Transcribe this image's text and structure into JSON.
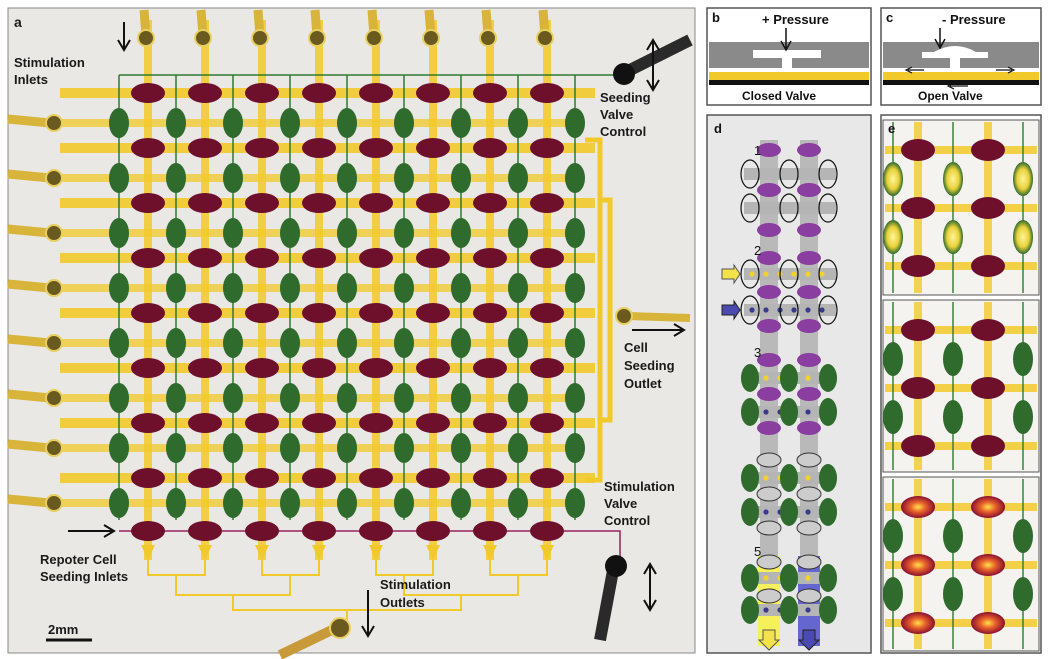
{
  "panel_a": {
    "letter": "a",
    "stim_inlets": [
      "Stimulation",
      "Inlets"
    ],
    "seeding_valve": [
      "Seeding",
      "Valve",
      "Control"
    ],
    "cell_seeding": [
      "Cell",
      "Seeding",
      "Outlet"
    ],
    "stim_valve": [
      "Stimulation",
      "Valve",
      "Control"
    ],
    "reporter": [
      "Repoter Cell",
      "Seeding Inlets"
    ],
    "stim_outlets": [
      "Stimulation",
      "Outlets"
    ],
    "scale": "2mm"
  },
  "panel_b": {
    "letter": "b",
    "pressure": "+ Pressure",
    "caption": "Closed Valve"
  },
  "panel_c": {
    "letter": "c",
    "pressure": "- Pressure",
    "caption": "Open Valve"
  },
  "panel_d": {
    "letter": "d",
    "steps": [
      "1",
      "2",
      "3",
      "5"
    ]
  },
  "panel_e": {
    "letter": "e"
  },
  "colors": {
    "yellow": "#f2c92a",
    "maroon": "#6e0f2c",
    "green": "#2f6b2c",
    "purple": "#8a3ea0",
    "blue": "#3a3aa0"
  }
}
